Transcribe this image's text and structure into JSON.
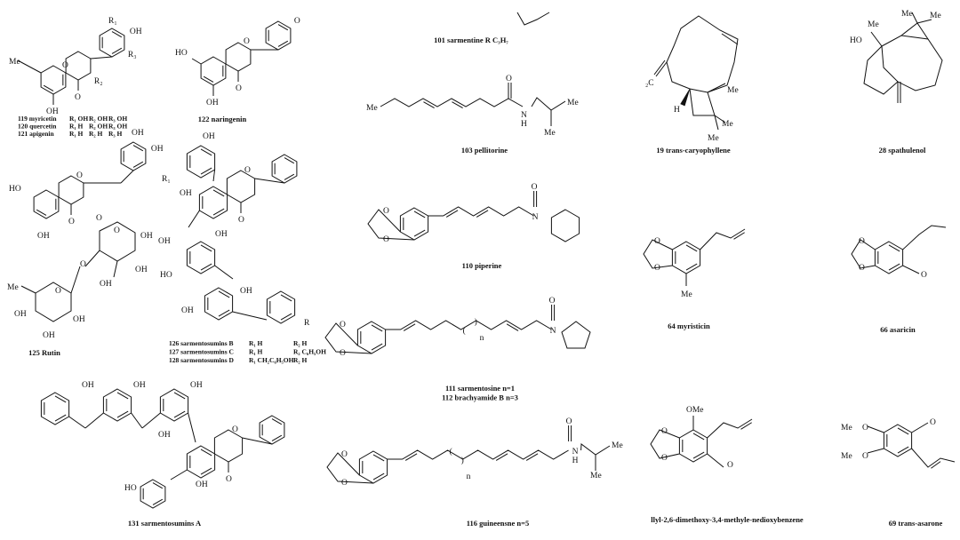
{
  "compounds": [
    {
      "id": "c119",
      "lines": [
        {
          "num": "119",
          "name": "myricetin",
          "subs": [
            {
              "s": "1",
              "v": "OH"
            },
            {
              "s": "2",
              "v": "OH"
            },
            {
              "s": "3",
              "v": "OH"
            }
          ]
        },
        {
          "num": "120",
          "name": "quercetin",
          "subs": [
            {
              "s": "1",
              "v": "H"
            },
            {
              "s": "2",
              "v": "OH"
            },
            {
              "s": "3",
              "v": "OH"
            }
          ]
        },
        {
          "num": "121",
          "name": "apigenin",
          "subs": [
            {
              "s": "1",
              "v": "H"
            },
            {
              "s": "2",
              "v": "H"
            },
            {
              "s": "3",
              "v": "H"
            }
          ]
        }
      ]
    },
    {
      "id": "c122",
      "caption": "122 naringenin"
    },
    {
      "id": "c125",
      "caption": "125 Rutin"
    },
    {
      "id": "c126",
      "lines": [
        {
          "num": "126",
          "name": "sarmentosumins B",
          "r1": "H",
          "r2": "H"
        },
        {
          "num": "127",
          "name": "sarmentosumins C",
          "r1": "H",
          "r2": "C₆H₅OH"
        },
        {
          "num": "128",
          "name": "sarmentosumins D",
          "r1": "CH₂C₆H₅OH",
          "r2": "H"
        }
      ]
    },
    {
      "id": "c131",
      "caption": "131 sarmentosumins A"
    },
    {
      "id": "c101",
      "caption": "101 sarmentine  R C₃H₇"
    },
    {
      "id": "c103",
      "caption": "103  pellitorine"
    },
    {
      "id": "c110",
      "caption": "110  piperine"
    },
    {
      "id": "c111",
      "lines": [
        "111  sarmentosine     n=1",
        "112  brachyamide B  n=3"
      ]
    },
    {
      "id": "c116",
      "caption": "116 guineensne    n=5"
    },
    {
      "id": "c19",
      "caption": "19 trans-caryophyllene"
    },
    {
      "id": "c28",
      "caption": "28 spathulenol"
    },
    {
      "id": "c64",
      "caption": "64 myristicin"
    },
    {
      "id": "c66",
      "caption": "66 asaricin"
    },
    {
      "id": "c67",
      "caption": "llyl-2,6-dimethoxy-3,4-methyle-nedioxybenzene"
    },
    {
      "id": "c69",
      "caption": "69 trans-asarone"
    }
  ],
  "atoms": {
    "OH": "OH",
    "O": "O",
    "R1": "R₁",
    "R2": "R₂",
    "R3": "R₃",
    "R": "R",
    "Me": "Me",
    "H": "H",
    "N": "N",
    "n": "n",
    "CH2": "₂C",
    "HO": "HO",
    "OMe": "OMe",
    "MeO": "Me",
    "Oeo": "O"
  },
  "colors": {
    "ink": "#111111",
    "background": "#ffffff"
  }
}
